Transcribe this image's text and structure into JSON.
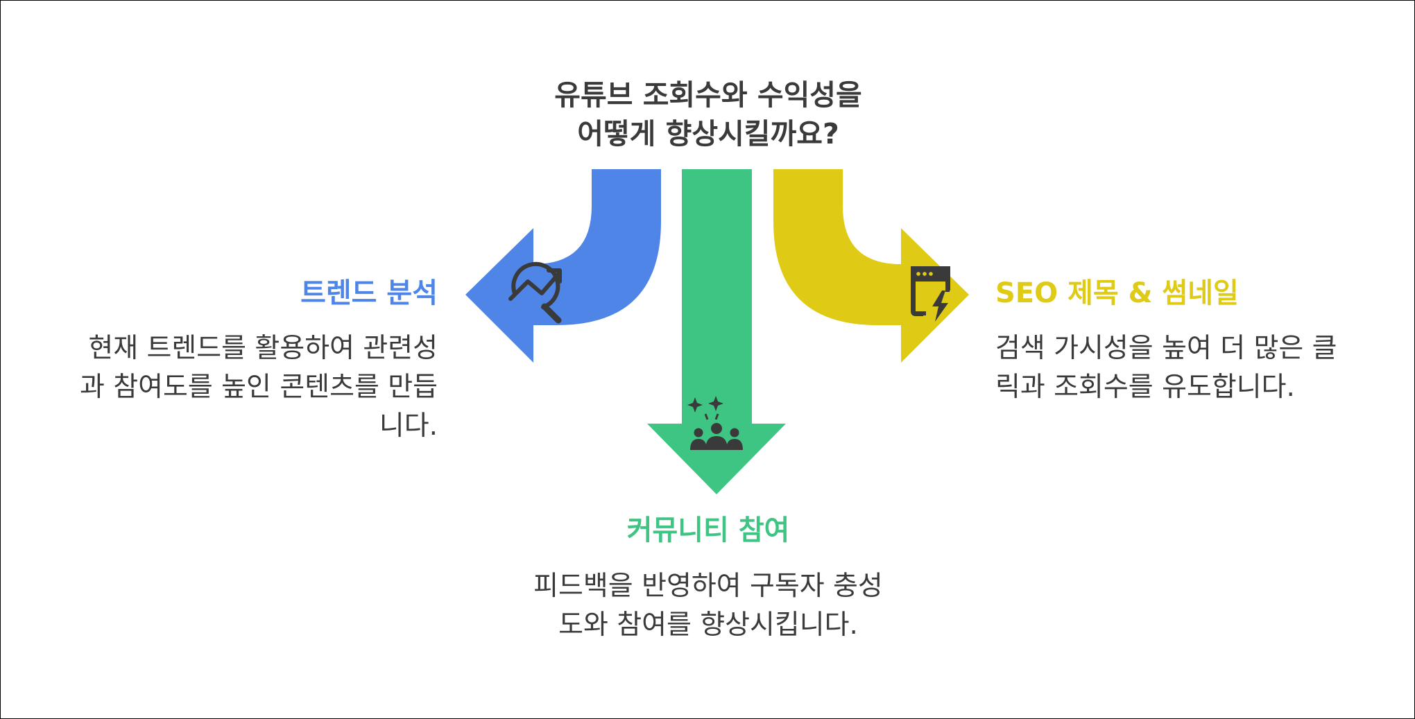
{
  "title": {
    "lines": [
      "유튜브 조회수와 수익성을",
      "어떻게 향상시킬까요?"
    ]
  },
  "colors": {
    "blue": "#4e85e6",
    "green": "#3ec583",
    "yellow": "#dfcb16",
    "icon": "#3a3a3a",
    "text": "#3a3a3a"
  },
  "branches": {
    "left": {
      "heading": "트렌드 분석",
      "lines": [
        "현재 트렌드를 활용하여 관련성",
        "과 참여도를 높인 콘텐츠를 만듭",
        "니다."
      ],
      "icon": "trend-analysis-icon"
    },
    "center": {
      "heading": "커뮤니티 참여",
      "lines": [
        "피드백을 반영하여 구독자 충성",
        "도와 참여를 향상시킵니다."
      ],
      "icon": "community-icon"
    },
    "right": {
      "heading": "SEO 제목 & 썸네일",
      "lines": [
        "검색 가시성을 높여 더 많은 클",
        "릭과 조회수를 유도합니다."
      ],
      "icon": "browser-flash-icon"
    }
  }
}
